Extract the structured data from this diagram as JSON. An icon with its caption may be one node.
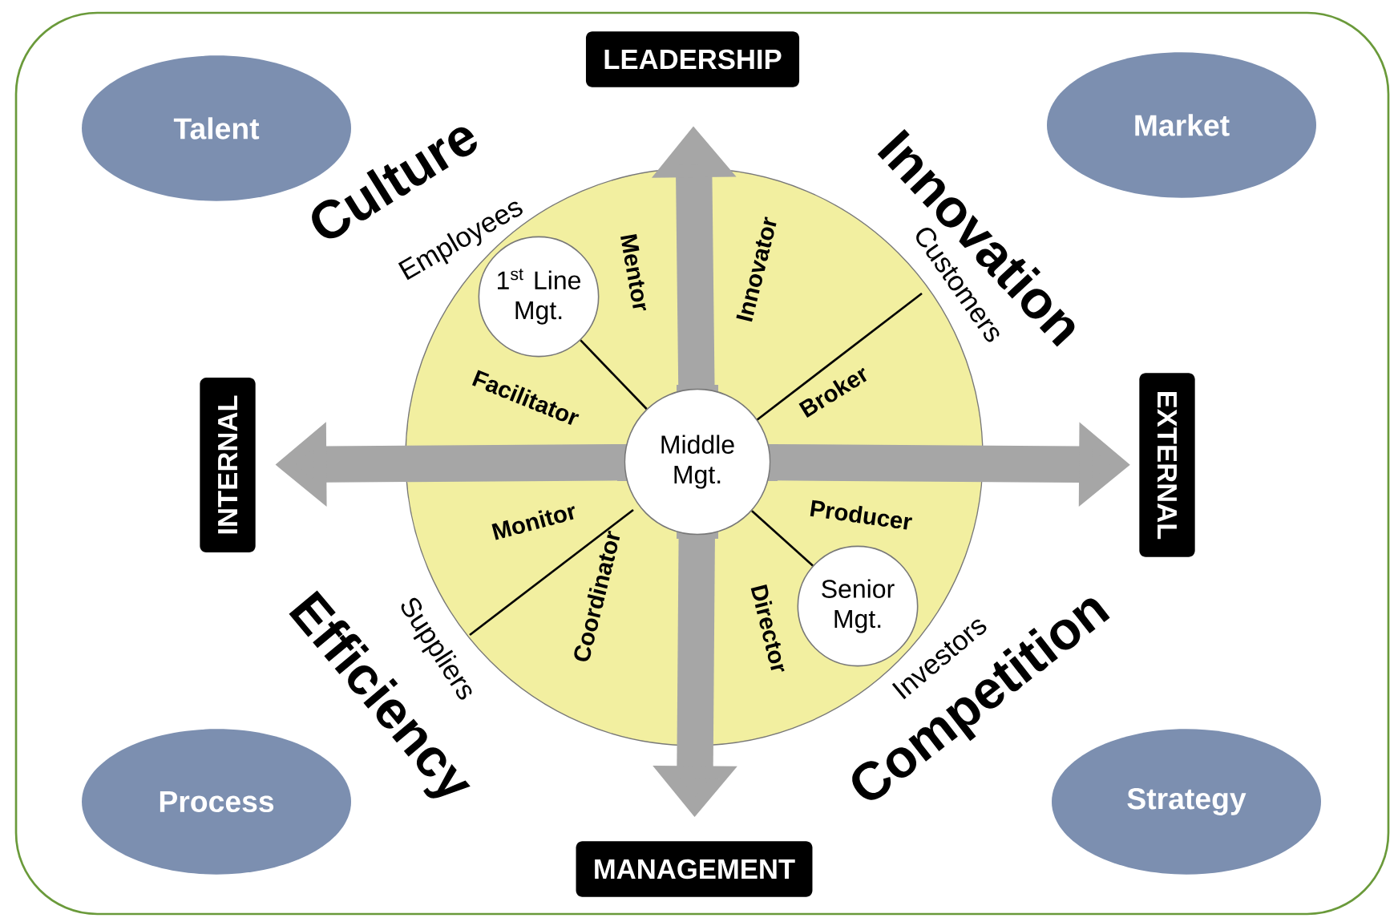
{
  "diagram": {
    "nodes": [
      {
        "text": [
          "LEADERSHIP"
        ]
      },
      {
        "text": [
          "Talent"
        ]
      },
      {
        "text": [
          "Market"
        ]
      },
      {
        "text": [
          "1$^{st}$ Line Mgt."
        ]
      },
      {
        "text": [
          "INTERNAL"
        ]
      },
      {
        "text": [
          "Middle Mgt."
        ]
      },
      {
        "text": [
          "EXTERNAL"
        ]
      },
      {
        "text": [
          "Senior Mgt."
        ]
      },
      {
        "text": [
          "Process"
        ]
      },
      {
        "text": [
          "Strategy"
        ]
      },
      {
        "text": [
          "MANAGEMENT"
        ]
      }
    ],
    "edges": [
      {
        "from": 3,
        "to": 5,
        "arrow": "none",
        "color": "#000000"
      },
      {
        "from": 7,
        "to": 5,
        "arrow": "none",
        "color": "#000000"
      },
      {
        "from": 5,
        "to": 0,
        "arrow": "to"
      },
      {
        "from": 5,
        "to": 10,
        "arrow": "to"
      },
      {
        "from": 5,
        "to": 4,
        "arrow": "to"
      },
      {
        "from": 5,
        "to": 6,
        "arrow": "to"
      }
    ],
    "labels": [
      "Culture",
      "Employees",
      "Innovation",
      "Customers",
      "Mentor",
      "Innovator",
      "Facilitator",
      "Broker",
      "Monitor",
      "Producer",
      "Coordinator",
      "Director",
      "Efficiency",
      "Suppliers",
      "Competition",
      "Investors"
    ]
  }
}
